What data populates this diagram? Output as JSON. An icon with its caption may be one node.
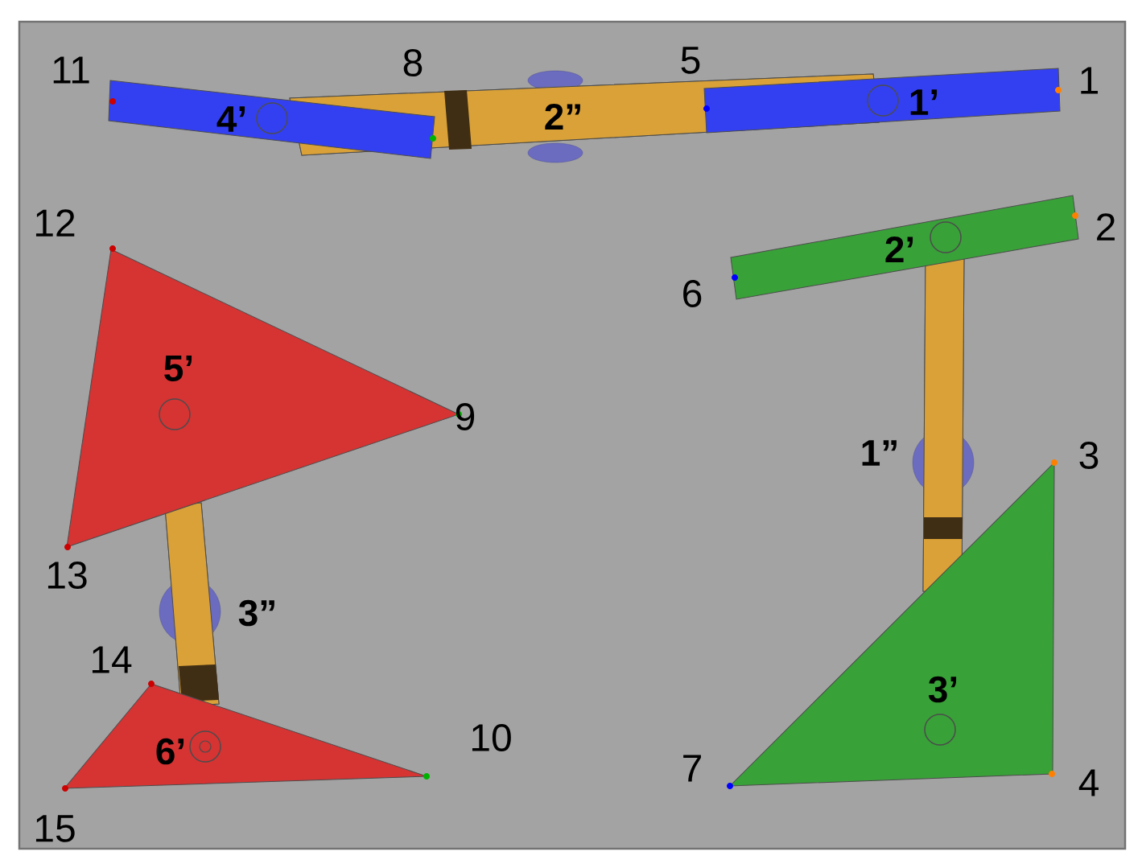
{
  "diagram": {
    "nodes": [
      {
        "text": [
          "4’"
        ]
      },
      {
        "text": [
          "2”"
        ]
      },
      {
        "text": [
          "1’"
        ]
      },
      {
        "text": [
          "5’"
        ]
      },
      {
        "text": [
          "2’"
        ]
      },
      {
        "text": [
          "1”"
        ]
      },
      {
        "text": [
          "3”"
        ]
      },
      {
        "text": [
          "3’"
        ]
      },
      {
        "text": [
          "6’"
        ]
      }
    ],
    "labels": [
      "11",
      "8",
      "5",
      "1",
      "12",
      "2",
      "6",
      "9",
      "3",
      "13",
      "14",
      "10",
      "7",
      "4",
      "15"
    ]
  }
}
